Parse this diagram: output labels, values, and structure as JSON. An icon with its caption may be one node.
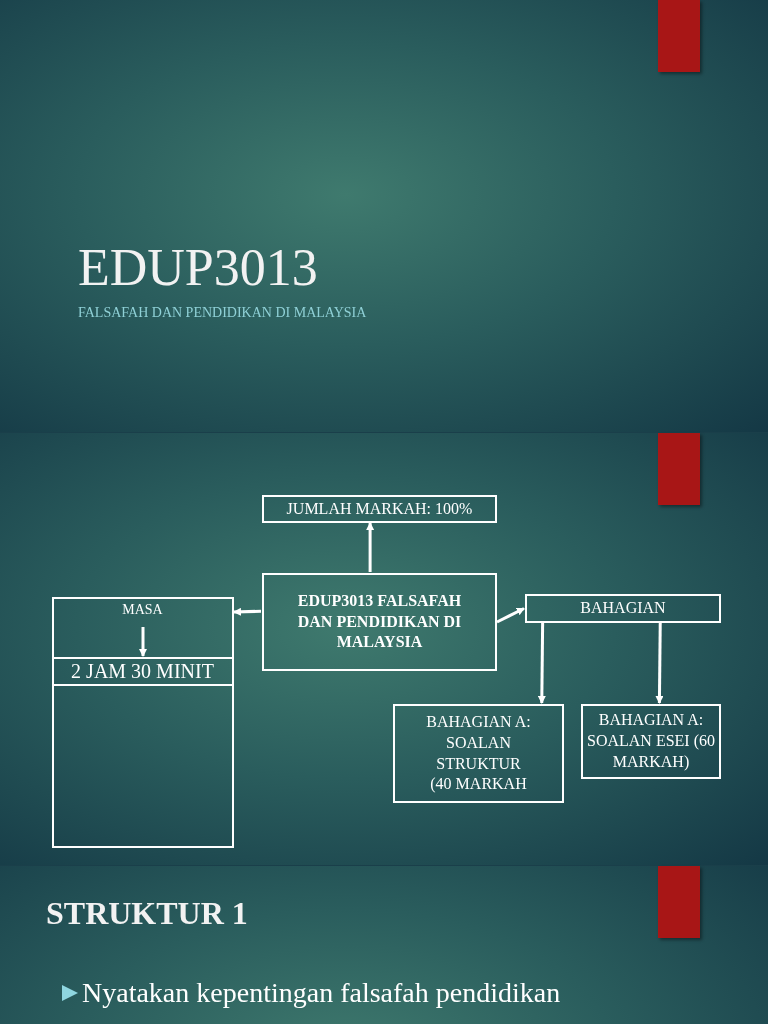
{
  "diagram": {
    "nodes": [
      {
        "text": [
          "JUMLAH MARKAH: 100%"
        ]
      },
      {
        "text": [
          "EDUP3013 FALSAFAH DAN PENDIDIKAN DI MALAYSIA"
        ]
      },
      {
        "text": [],
        "shape": "box"
      },
      {
        "text": [
          "MASA"
        ],
        "in": 2
      },
      {
        "text": [
          "2 JAM 30 MINIT"
        ],
        "in": 2
      },
      {
        "text": [
          "BAHAGIAN"
        ]
      },
      {
        "text": [
          "BAHAGIAN A: SOALAN STRUKTUR (40 MARKAH"
        ]
      },
      {
        "text": [
          "BAHAGIAN A: SOALAN ESEI (60 MARKAH)"
        ]
      }
    ],
    "edges": [
      {
        "from": 1,
        "to": 0,
        "arrow": "to"
      },
      {
        "from": 1,
        "to": 2,
        "arrow": "to"
      },
      {
        "from": 3,
        "to": 4,
        "arrow": "to"
      },
      {
        "from": 1,
        "to": 5,
        "arrow": "to"
      },
      {
        "from": 5,
        "to": 6,
        "arrow": "to"
      },
      {
        "from": 5,
        "to": 7,
        "arrow": "to"
      }
    ],
    "labels": [
      "EDUP3013",
      "FALSAFAH DAN PENDIDIKAN DI MALAYSIA",
      "STRUKTUR 1",
      "Nyatakan kepentingan falsafah pendidikan"
    ]
  }
}
